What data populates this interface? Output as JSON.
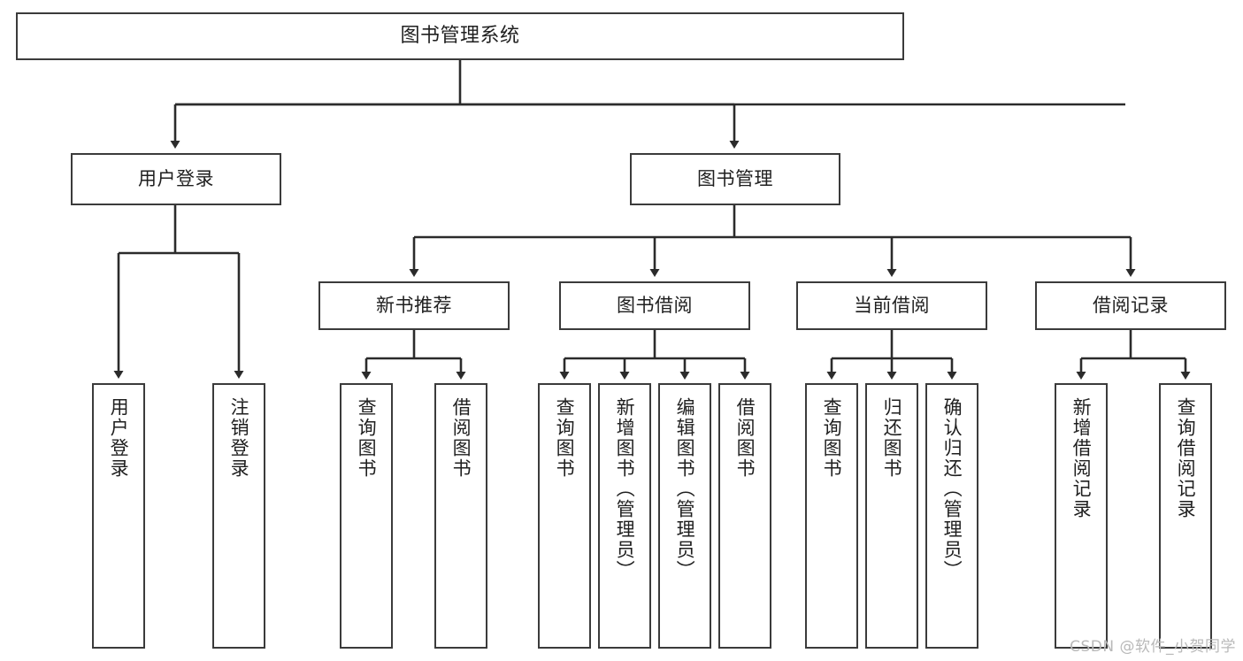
{
  "diagram": {
    "title": "图书管理系统",
    "type": "tree-hierarchy-diagram",
    "stroke_color": "#3b3b3b",
    "fill_color": "#ffffff",
    "text_color": "#1f1f1f"
  },
  "nodes": {
    "root": {
      "label": "图书管理系统"
    },
    "level2": [
      {
        "label": "用户登录"
      },
      {
        "label": "图书管理"
      }
    ],
    "level3": [
      {
        "label": "新书推荐"
      },
      {
        "label": "图书借阅"
      },
      {
        "label": "当前借阅"
      },
      {
        "label": "借阅记录"
      }
    ],
    "leaves": {
      "user_login": [
        {
          "label": "用户登录"
        },
        {
          "label": "注销登录"
        }
      ],
      "new_book_recommend": [
        {
          "label": "查询图书"
        },
        {
          "label": "借阅图书"
        }
      ],
      "book_borrow": [
        {
          "label": "查询图书"
        },
        {
          "label": "新增图书（管理员）"
        },
        {
          "label": "编辑图书（管理员）"
        },
        {
          "label": "借阅图书"
        }
      ],
      "current_borrow": [
        {
          "label": "查询图书"
        },
        {
          "label": "归还图书"
        },
        {
          "label": "确认归还（管理员）"
        }
      ],
      "borrow_record": [
        {
          "label": "新增借阅记录"
        },
        {
          "label": "查询借阅记录"
        }
      ]
    }
  },
  "watermark": {
    "text": "CSDN @软件_小贺同学"
  }
}
